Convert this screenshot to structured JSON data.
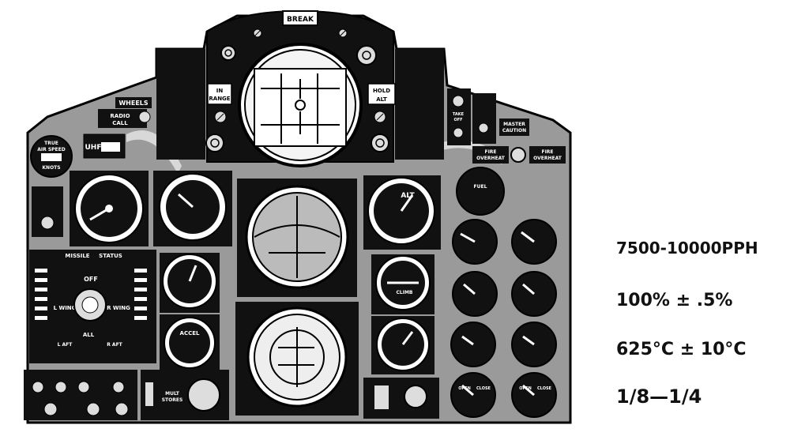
{
  "panel": {
    "labels": {
      "break": "BREAK",
      "in_range_1": "IN",
      "in_range_2": "RANGE",
      "hold_alt_1": "HOLD",
      "hold_alt_2": "ALT",
      "wheels": "WHEELS",
      "radio_call_1": "RADIO",
      "radio_call_2": "CALL",
      "true_airspeed_1": "TRUE",
      "true_airspeed_2": "AIR SPEED",
      "knots": "KNOTS",
      "uhf": "UHF",
      "master_caution_1": "MASTER",
      "master_caution_2": "CAUTION",
      "fire_1": "FIRE",
      "fire_2": "OVERHEAT",
      "take_off_1": "TAKE",
      "take_off_2": "OFF",
      "alt": "ALT",
      "climb": "CLIMB",
      "accel": "ACCEL",
      "missile": "MISSILE",
      "status": "STATUS",
      "off": "OFF",
      "l_wing": "L WING",
      "r_wing": "R WING",
      "all": "ALL",
      "l_aft": "L AFT",
      "r_aft": "R AFT",
      "mult_stores_1": "MULT",
      "mult_stores_2": "STORES",
      "open": "OPEN",
      "close": "CLOSE",
      "fuel": "FUEL"
    }
  },
  "specs": {
    "flow": "7500-10000PPH",
    "rpm": "100% ± .5%",
    "temp": "625°C ± 10°C",
    "nozzle": "1/8—1/4"
  }
}
